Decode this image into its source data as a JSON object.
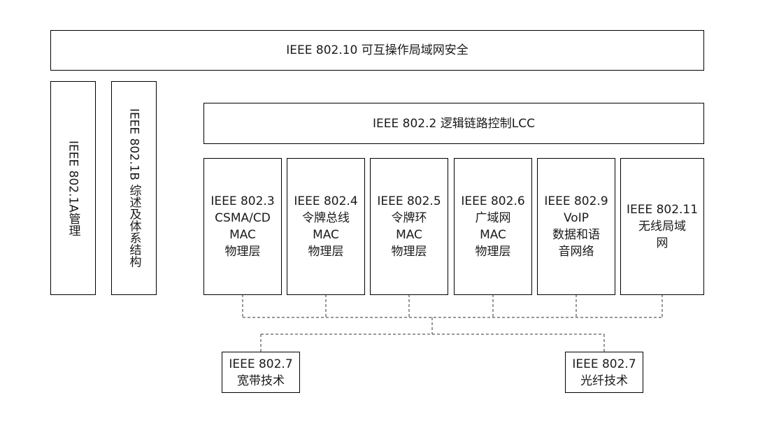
{
  "top_bar": {
    "label": "IEEE 802.10 可互操作局域网安全"
  },
  "left_boxes": [
    {
      "label": "IEEE 802.1A管理"
    },
    {
      "label": "IEEE 802.1B 综述及体系结构"
    }
  ],
  "llc_bar": {
    "label": "IEEE 802.2 逻辑链路控制LCC"
  },
  "mac_boxes": [
    {
      "label": "IEEE 802.3\nCSMA/CD\nMAC\n物理层"
    },
    {
      "label": "IEEE 802.4\n令牌总线\nMAC\n物理层"
    },
    {
      "label": "IEEE 802.5\n令牌环\nMAC\n物理层"
    },
    {
      "label": "IEEE 802.6\n广域网\nMAC\n物理层"
    },
    {
      "label": "IEEE 802.9\nVoIP\n数据和语\n音网络"
    },
    {
      "label": "IEEE 802.11\n无线局域\n网"
    }
  ],
  "bottom_boxes": [
    {
      "label": "IEEE 802.7\n宽带技术"
    },
    {
      "label": "IEEE 802.7\n光纤技术"
    }
  ]
}
